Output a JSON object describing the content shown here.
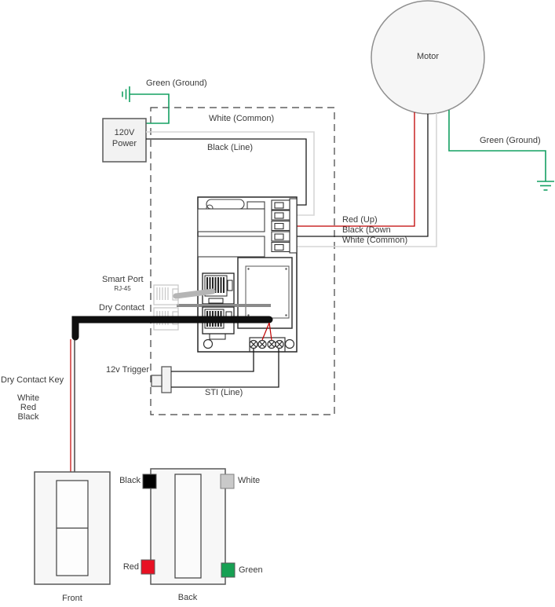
{
  "labels": {
    "motor": "Motor",
    "ground_top_left": "Green (Ground)",
    "ground_right": "Green (Ground)",
    "power_box": [
      "120V",
      "Power"
    ],
    "white_common_top": "White (Common)",
    "black_line": "Black (Line)",
    "red_up": "Red (Up)",
    "black_down": "Black (Down",
    "white_common_motor": "White (Common)",
    "smart_port": "Smart Port",
    "smart_port_sub": "RJ-45",
    "dry_contact": "Dry Contact",
    "trigger_12v": "12v Trigger",
    "sti_line": "STI (Line)",
    "dry_contact_key": "Dry Contact Key",
    "key_wires": [
      "White",
      "Red",
      "Black"
    ],
    "front_caption": "Front",
    "back_caption": "Back"
  },
  "back_panel": {
    "terminals": [
      {
        "label": "Black",
        "color": "#000000"
      },
      {
        "label": "White",
        "color": "#c9c9c9"
      },
      {
        "label": "Red",
        "color": "#e81123"
      },
      {
        "label": "Green",
        "color": "#17a053"
      }
    ]
  },
  "colors": {
    "green_wire": "#14a062",
    "red_wire": "#c00000",
    "white_wire": "#d6d6d6",
    "black_wire": "#1a1a1a"
  }
}
